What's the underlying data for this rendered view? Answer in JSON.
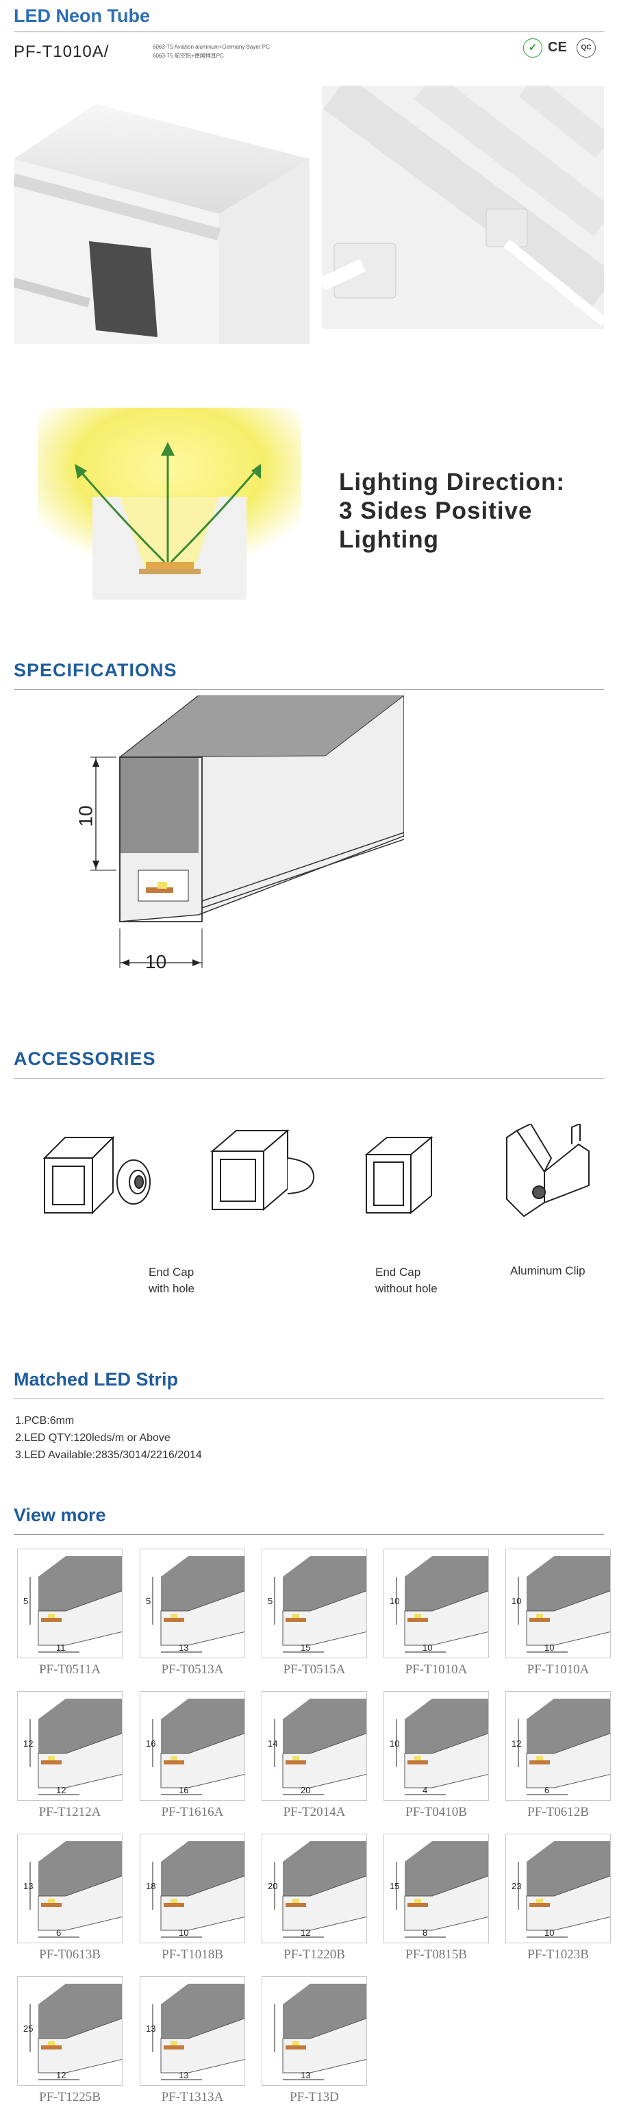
{
  "header": {
    "title": "LED Neon Tube",
    "model": "PF-T1010A/",
    "material_en": "6063-T5 Aviation aluminum+Germany Bayer PC",
    "material_cn": "6063-T5 航空铝+德国拜耳PC",
    "certs": [
      "✓",
      "CE",
      "QC"
    ]
  },
  "lighting": {
    "line1": "Lighting Direction:",
    "line2": "3 Sides Positive",
    "line3": "Lighting"
  },
  "specifications": {
    "title": "SPECIFICATIONS",
    "height_dim": "10",
    "width_dim": "10"
  },
  "accessories": {
    "title": "ACCESSORIES",
    "items": [
      {
        "line1": "End Cap",
        "line2": "with hole"
      },
      {
        "line1": "End Cap",
        "line2": "without hole"
      },
      {
        "line1": "Aluminum Clip",
        "line2": ""
      }
    ]
  },
  "matched": {
    "title": "Matched LED Strip",
    "lines": [
      "1.PCB:6mm",
      "2.LED QTY:120leds/m or Above",
      "3.LED Available:2835/3014/2216/2014"
    ]
  },
  "view_more": {
    "title": "View more",
    "items": [
      {
        "label": "PF-T0511A",
        "dims": [
          "5",
          "11"
        ]
      },
      {
        "label": "PF-T0513A",
        "dims": [
          "5",
          "13"
        ]
      },
      {
        "label": "PF-T0515A",
        "dims": [
          "5",
          "15"
        ]
      },
      {
        "label": "PF-T1010A",
        "dims": [
          "10",
          "10"
        ]
      },
      {
        "label": "PF-T1010A",
        "dims": [
          "10",
          "10"
        ]
      },
      {
        "label": "PF-T1212A",
        "dims": [
          "12",
          "12"
        ]
      },
      {
        "label": "PF-T1616A",
        "dims": [
          "16",
          "16"
        ]
      },
      {
        "label": "PF-T2014A",
        "dims": [
          "14",
          "20"
        ]
      },
      {
        "label": "PF-T0410B",
        "dims": [
          "10",
          "4"
        ]
      },
      {
        "label": "PF-T0612B",
        "dims": [
          "12",
          "6"
        ]
      },
      {
        "label": "PF-T0613B",
        "dims": [
          "13",
          "6"
        ]
      },
      {
        "label": "PF-T1018B",
        "dims": [
          "18",
          "10"
        ]
      },
      {
        "label": "PF-T1220B",
        "dims": [
          "20",
          "12"
        ]
      },
      {
        "label": "PF-T0815B",
        "dims": [
          "15",
          "8"
        ]
      },
      {
        "label": "PF-T1023B",
        "dims": [
          "23",
          "10"
        ]
      },
      {
        "label": "PF-T1225B",
        "dims": [
          "25",
          "12"
        ]
      },
      {
        "label": "PF-T1313A",
        "dims": [
          "13",
          "13"
        ]
      },
      {
        "label": "PF-T13D",
        "dims": [
          "",
          "13"
        ]
      }
    ]
  }
}
